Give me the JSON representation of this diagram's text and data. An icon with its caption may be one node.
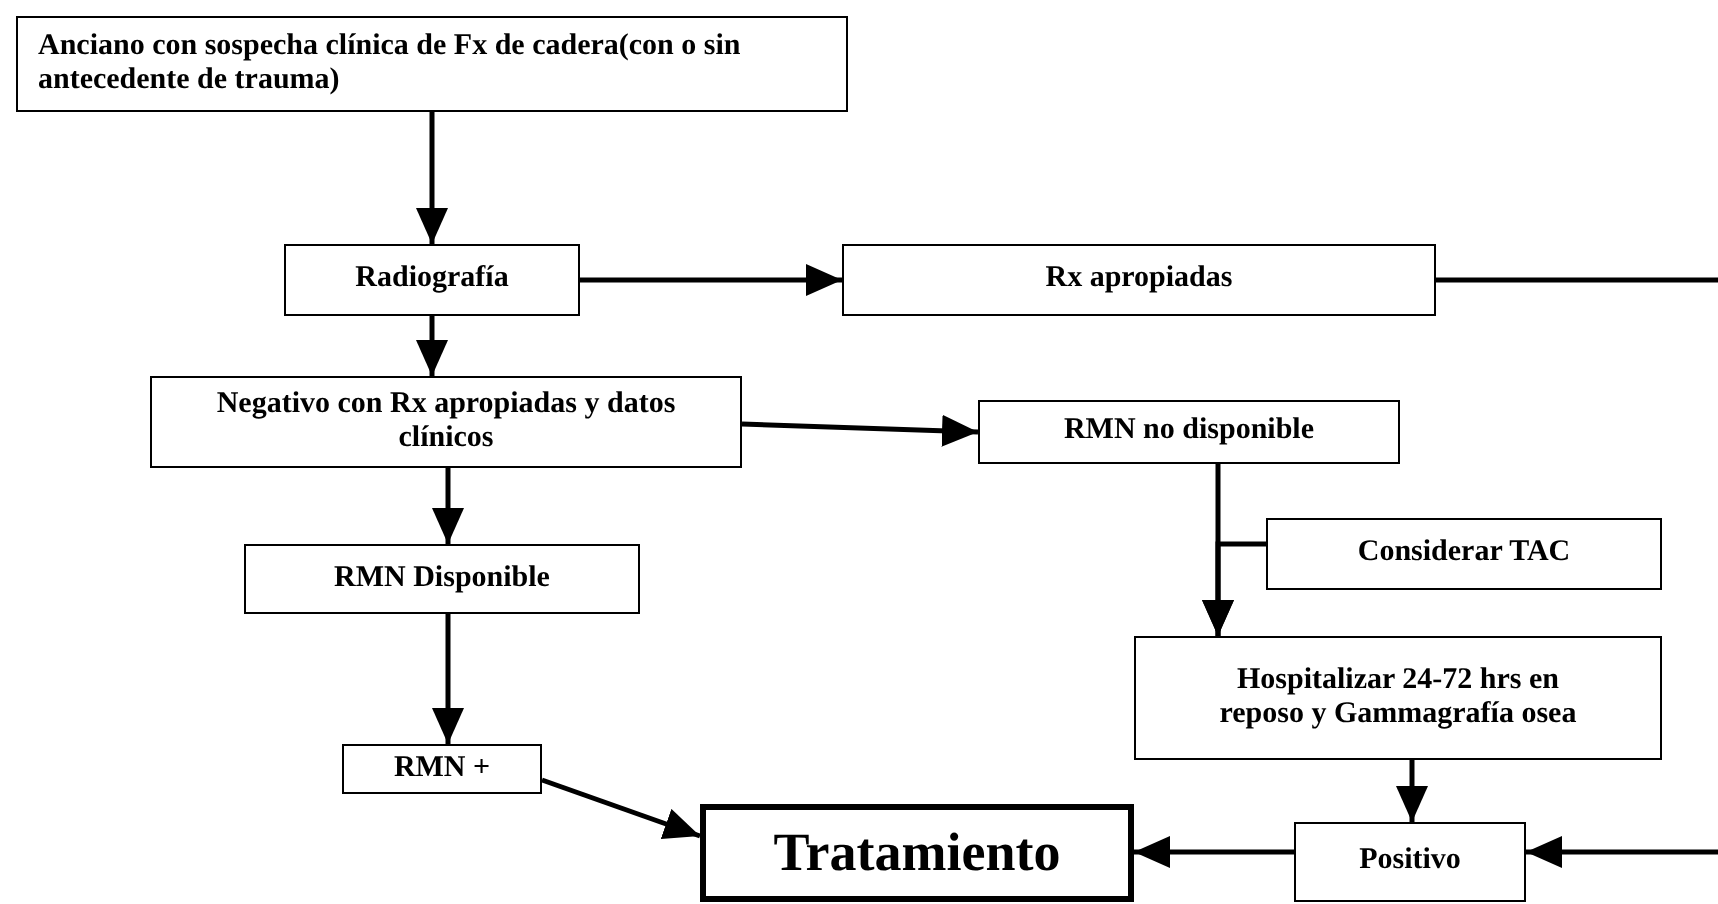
{
  "diagram": {
    "nodes": [
      {
        "text": [
          "Anciano con sospecha clínica de Fx de cadera(con o sin antecedente de trauma)"
        ]
      },
      {
        "text": [
          "Radiografía"
        ]
      },
      {
        "text": [
          "Rx apropiadas"
        ]
      },
      {
        "text": [
          "Negativo con Rx apropiadas y datos clínicos"
        ]
      },
      {
        "text": [
          "RMN no disponible"
        ]
      },
      {
        "text": [
          "RMN Disponible"
        ]
      },
      {
        "text": [
          "Considerar TAC"
        ]
      },
      {
        "text": [
          "Hospitalizar 24-72 hrs en reposo y Gammagrafía osea"
        ]
      },
      {
        "text": [
          "RMN +"
        ]
      },
      {
        "text": [
          "Tratamiento"
        ]
      },
      {
        "text": [
          "Positivo"
        ]
      }
    ],
    "edges": [
      {
        "from": 0,
        "to": 1,
        "arrow": "to"
      },
      {
        "from": 1,
        "to": 2,
        "arrow": "to"
      },
      {
        "from": 2,
        "to": null,
        "arrow": "none"
      },
      {
        "from": 1,
        "to": 3,
        "arrow": "to"
      },
      {
        "from": 3,
        "to": 4,
        "arrow": "to"
      },
      {
        "from": 3,
        "to": 5,
        "arrow": "to"
      },
      {
        "from": 4,
        "to": 7,
        "arrow": "to"
      },
      {
        "from": 6,
        "to": 7,
        "arrow": "to"
      },
      {
        "from": 5,
        "to": 8,
        "arrow": "to"
      },
      {
        "from": 8,
        "to": 9,
        "arrow": "to"
      },
      {
        "from": 7,
        "to": 10,
        "arrow": "to"
      },
      {
        "from": 10,
        "to": 9,
        "arrow": "to"
      },
      {
        "from": null,
        "to": 10,
        "arrow": "to"
      }
    ]
  }
}
